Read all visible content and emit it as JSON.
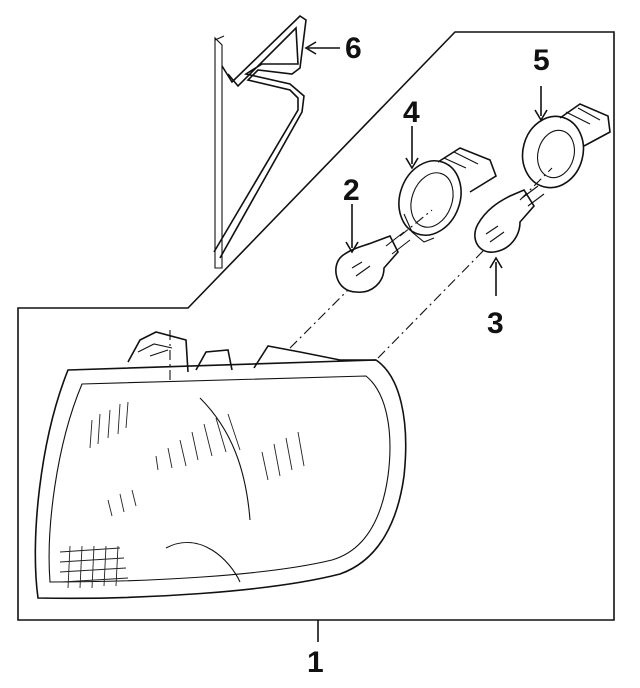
{
  "callouts": {
    "p1": "1",
    "p2": "2",
    "p3": "3",
    "p4": "4",
    "p5": "5",
    "p6": "6"
  },
  "colors": {
    "ink": "#111111",
    "background": "#ffffff"
  }
}
